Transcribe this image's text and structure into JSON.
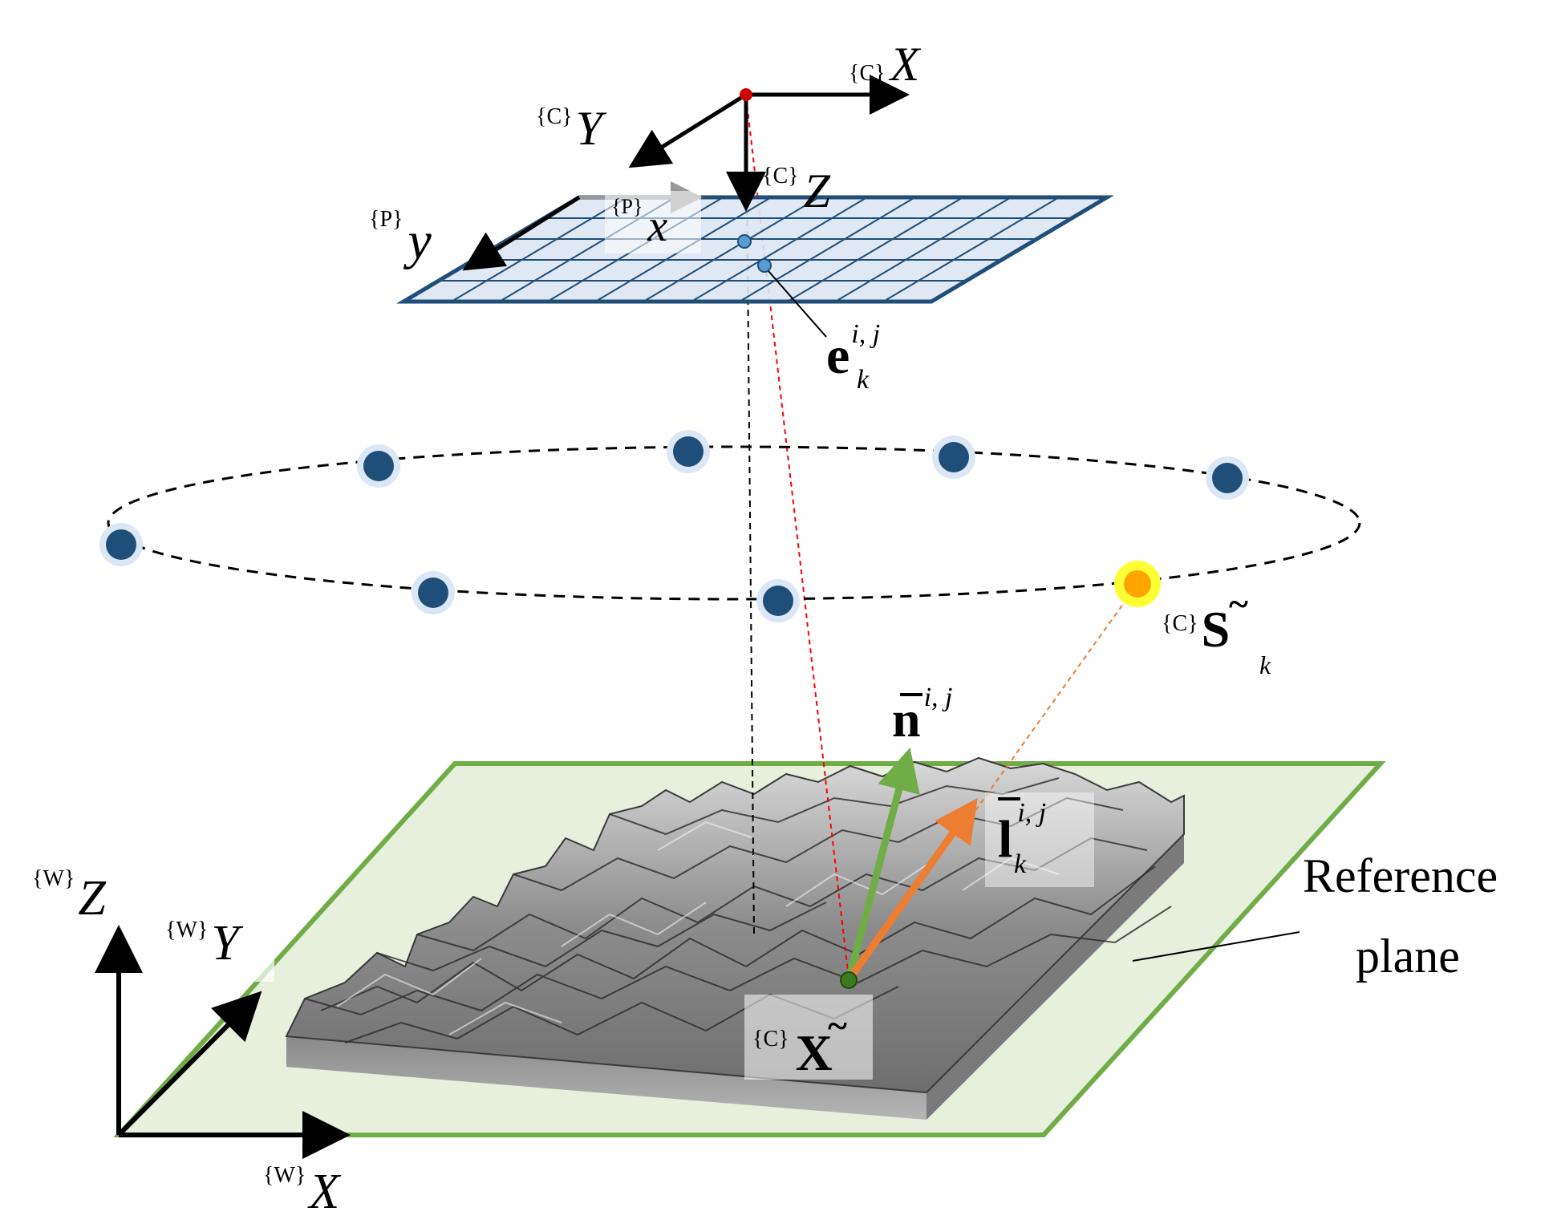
{
  "colors": {
    "camera_origin": "#cc0000",
    "image_plane_stroke": "#1f4e79",
    "image_plane_fill": "#dce6f2",
    "light_dot": "#1f4e79",
    "light_halo": "#dbe7f5",
    "active_light": "#ffa500",
    "active_light_halo": "#ffff33",
    "normal_arrow": "#70ad47",
    "light_arrow": "#ed7d31",
    "reference_plane_stroke": "#70ad47",
    "reference_plane_fill": "#e7efdd",
    "ray_red": "#ff0000",
    "ray_orange": "#ed7d31"
  },
  "camera_frame": {
    "x": {
      "sup": "{C}",
      "base": "X"
    },
    "y": {
      "sup": "{C}",
      "base": "Y"
    },
    "z": {
      "sup": "{C}",
      "base": "Z"
    }
  },
  "image_frame": {
    "x": {
      "sup": "{P}",
      "base": "x"
    },
    "y": {
      "sup": "{P}",
      "base": "y"
    }
  },
  "world_frame": {
    "x": {
      "sup": "{W}",
      "base": "X"
    },
    "y": {
      "sup": "{W}",
      "base": "Y"
    },
    "z": {
      "sup": "{W}",
      "base": "Z"
    }
  },
  "pixel_label": {
    "base": "e",
    "sup": "i, j",
    "sub": "k"
  },
  "light_label": {
    "pre": "{C}",
    "base": "S",
    "accent": "~",
    "sub": "k"
  },
  "normal_label": {
    "base": "n",
    "sup": "i, j"
  },
  "light_dir_label": {
    "base": "l",
    "sup": "i, j",
    "sub": "k"
  },
  "surface_point_label": {
    "pre": "{C}",
    "base": "X",
    "accent": "~"
  },
  "reference_plane_label": {
    "line1": "Reference",
    "line2": "plane"
  },
  "icons": [
    "camera-origin-icon",
    "light-source-icon",
    "surface-texture-icon"
  ]
}
